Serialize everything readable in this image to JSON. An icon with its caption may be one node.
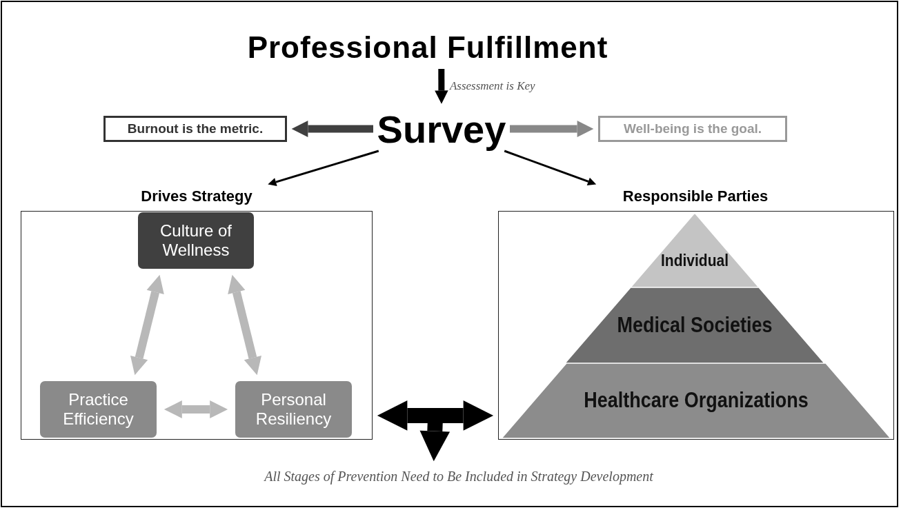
{
  "diagram": {
    "nodes": [
      {
        "text": [
          "Professional Fulfillment"
        ]
      },
      {
        "text": [
          "Survey"
        ]
      },
      {
        "text": [
          "Burnout is the metric."
        ]
      },
      {
        "text": [
          "Well-being is the goal."
        ]
      },
      {
        "text": [
          "Drives Strategy"
        ]
      },
      {
        "text": [
          "Culture of Wellness"
        ],
        "in": 4
      },
      {
        "text": [
          "Practice Efficiency"
        ],
        "in": 4
      },
      {
        "text": [
          "Personal Resiliency"
        ],
        "in": 4
      },
      {
        "text": [
          "Responsible Parties"
        ]
      },
      {
        "text": [
          "Individual"
        ],
        "in": 8
      },
      {
        "text": [
          "Medical Societies"
        ],
        "in": 8
      },
      {
        "text": [
          "Healthcare Organizations"
        ],
        "in": 8
      },
      {
        "text": [
          "All Stages of Prevention Need to Be Included in Strategy Development"
        ]
      }
    ],
    "edges": [
      {
        "from": 0,
        "to": 1,
        "arrow": "to",
        "label": "Assessment is Key"
      },
      {
        "from": 1,
        "to": 2,
        "arrow": "to",
        "color": "#404040"
      },
      {
        "from": 1,
        "to": 3,
        "arrow": "to",
        "color": "#888888"
      },
      {
        "from": 1,
        "to": 4,
        "arrow": "to"
      },
      {
        "from": 1,
        "to": 8,
        "arrow": "to"
      },
      {
        "from": 5,
        "to": 7,
        "arrow": "both",
        "color": "#b8b8b8"
      },
      {
        "from": 5,
        "to": 6,
        "arrow": "both",
        "color": "#b8b8b8"
      },
      {
        "from": 6,
        "to": 7,
        "arrow": "both",
        "color": "#b8b8b8"
      },
      {
        "from": 4,
        "to": 8,
        "arrow": "both",
        "style": "thick"
      },
      {
        "from": null,
        "to": 12,
        "arrow": "to",
        "style": "thick"
      }
    ]
  }
}
